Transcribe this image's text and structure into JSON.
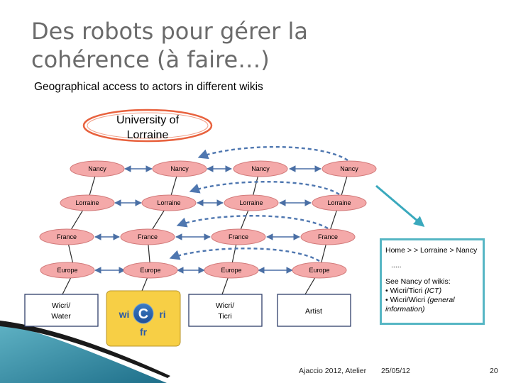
{
  "slide": {
    "title": "Des robots pour gérer la cohérence (à faire…)",
    "subtitle": "Geographical access to actors in different wikis"
  },
  "university": {
    "line1": "University of",
    "line2": "Lorraine"
  },
  "levels": {
    "nancy": "Nancy",
    "lorraine": "Lorraine",
    "france": "France",
    "europe": "Europe"
  },
  "wikis": {
    "water": {
      "line1": "Wicri/",
      "line2": "Water"
    },
    "fr": {
      "left": "wi",
      "center": "C",
      "right": "ri",
      "bottom": "fr"
    },
    "ticri": {
      "line1": "Wicri/",
      "line2": "Ticri"
    },
    "artist": "Artist"
  },
  "infobox": {
    "breadcrumb": "Home > > Lorraine >  Nancy",
    "dots": ".....",
    "see": "See Nancy of wikis:",
    "item1_prefix": "• Wicri/Ticri ",
    "item1_note": "(ICT)",
    "item2_prefix": "• Wicri/Wicri ",
    "item2_note": "(general information)"
  },
  "footer": {
    "event": "Ajaccio 2012, Atelier",
    "date": "25/05/12",
    "page": "20"
  },
  "colors": {
    "node_fill": "#f4a9a9",
    "node_stroke": "#d27a7a",
    "arrow": "#4a6fa5",
    "dashed": "#4f77b0",
    "ellipse": "#e8623e",
    "accent": "#56b6c4",
    "fr_box": "#f7cf45"
  }
}
